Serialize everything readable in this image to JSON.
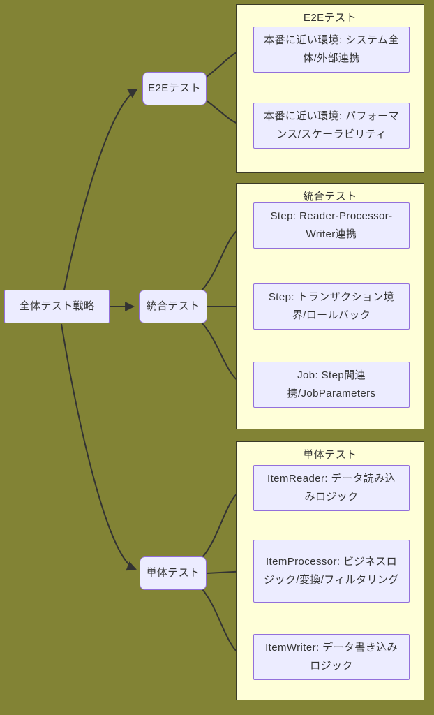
{
  "diagram": {
    "root": {
      "label": "全体テスト戦略"
    },
    "branches": [
      {
        "node_label": "E2Eテスト",
        "group_title": "E2Eテスト",
        "children": [
          {
            "label": "本番に近い環境: システム全体/外部連携"
          },
          {
            "label": "本番に近い環境: パフォーマンス/スケーラビリティ"
          }
        ]
      },
      {
        "node_label": "統合テスト",
        "group_title": "統合テスト",
        "children": [
          {
            "label": "Step: Reader-Processor-Writer連携"
          },
          {
            "label": "Step: トランザクション境界/ロールバック"
          },
          {
            "label": "Job: Step間連携/JobParameters"
          }
        ]
      },
      {
        "node_label": "単体テスト",
        "group_title": "単体テスト",
        "children": [
          {
            "label": "ItemReader: データ読み込みロジック"
          },
          {
            "label": "ItemProcessor: ビジネスロジック/変換/フィルタリング"
          },
          {
            "label": "ItemWriter: データ書き込みロジック"
          }
        ]
      }
    ],
    "colors": {
      "background": "#828335",
      "group_fill": "#ffffd9",
      "group_border": "#3a3a28",
      "node_fill": "#ececff",
      "node_border": "#9370db",
      "edge": "#333333",
      "text": "#333333"
    }
  }
}
